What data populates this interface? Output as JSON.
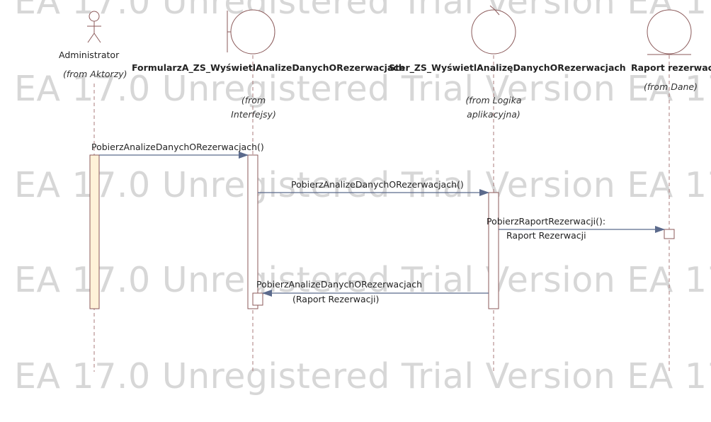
{
  "watermark": "EA 17.0 Unregistered Trial Version EA 17.0 Unregistered Trial Version",
  "lifelines": {
    "administrator": {
      "name": "Administrator",
      "origin": "(from Aktorzy)"
    },
    "formularz": {
      "name": "FormularzA_ZS_WyświetlAnalizeDanychORezerwacjach",
      "origin_line1": "(from",
      "origin_line2": "Interfejsy)"
    },
    "sterownik": {
      "name": "Ster_ZS_WyświetlAnalizęDanychORezerwacjach",
      "origin_line1": "(from Logika",
      "origin_line2": "aplikacyjna)"
    },
    "raport": {
      "name": "Raport rezerwacji",
      "origin": "(from Dane)"
    }
  },
  "messages": {
    "m1": "PobierzAnalizeDanychORezerwacjach()",
    "m2": "PobierzAnalizeDanychORezerwacjach()",
    "m3_line1": "PobierzRaportRezerwacji():",
    "m3_line2": "Raport Rezerwacji",
    "m4_line1": "PobierzAnalizeDanychORezerwacjach",
    "m4_line2": "(Raport Rezerwacji)"
  },
  "colors": {
    "lifeline": "#a87b7b",
    "shape_stroke": "#8b5a5a",
    "shape_fill": "#ffffff",
    "activation_admin": "#fff2d8",
    "activation_other": "#ffffff",
    "message_arrow": "#5b6a8c",
    "watermark": "#d7d7d7"
  }
}
